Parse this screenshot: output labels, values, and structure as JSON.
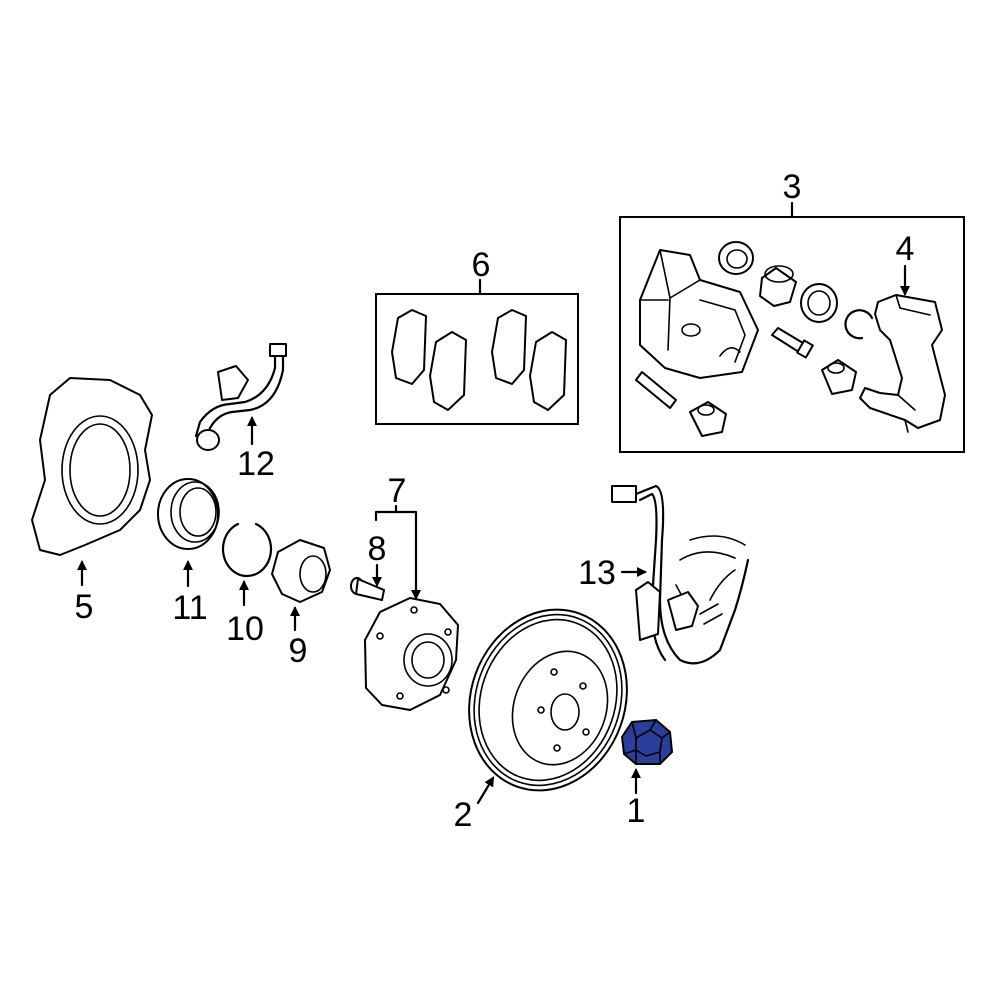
{
  "diagram": {
    "highlight_color": "#2a3f9a",
    "callouts": [
      {
        "id": "1",
        "text": "1"
      },
      {
        "id": "2",
        "text": "2"
      },
      {
        "id": "3",
        "text": "3"
      },
      {
        "id": "4",
        "text": "4"
      },
      {
        "id": "5",
        "text": "5"
      },
      {
        "id": "6",
        "text": "6"
      },
      {
        "id": "7",
        "text": "7"
      },
      {
        "id": "8",
        "text": "8"
      },
      {
        "id": "9",
        "text": "9"
      },
      {
        "id": "10",
        "text": "10"
      },
      {
        "id": "11",
        "text": "11"
      },
      {
        "id": "12",
        "text": "12"
      },
      {
        "id": "13",
        "text": "13"
      }
    ]
  }
}
